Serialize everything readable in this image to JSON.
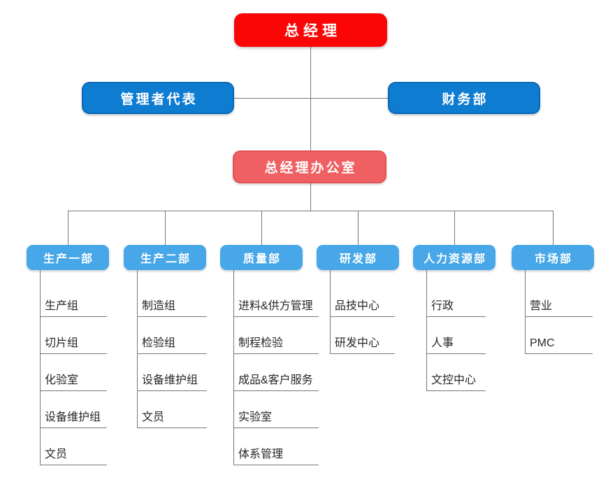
{
  "org": {
    "root": {
      "label": "总经理"
    },
    "level2": [
      {
        "label": "管理者代表"
      },
      {
        "label": "财务部"
      }
    ],
    "office": {
      "label": "总经理办公室"
    },
    "departments": [
      {
        "label": "生产一部",
        "children": [
          "生产组",
          "切片组",
          "化验室",
          "设备维护组",
          "文员"
        ]
      },
      {
        "label": "生产二部",
        "children": [
          "制造组",
          "检验组",
          "设备维护组",
          "文员"
        ]
      },
      {
        "label": "质量部",
        "children": [
          "进料&供方管理",
          "制程检验",
          "成品&客户服务",
          "实验室",
          "体系管理"
        ]
      },
      {
        "label": "研发部",
        "children": [
          "品技中心",
          "研发中心"
        ]
      },
      {
        "label": "人力资源部",
        "children": [
          "行政",
          "人事",
          "文控中心"
        ]
      },
      {
        "label": "市场部",
        "children": [
          "营业",
          "PMC"
        ]
      }
    ],
    "colors": {
      "root": "#FA0606",
      "level2": "#0E7CD1",
      "office": "#F05F62",
      "department": "#47A7E8",
      "connector": "#777777",
      "item_text": "#262626"
    }
  }
}
